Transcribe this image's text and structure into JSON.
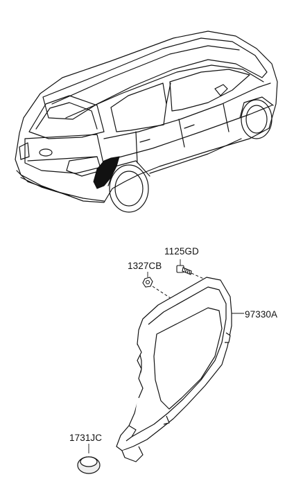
{
  "parts": [
    {
      "id": "1125GD",
      "label": "1125GD",
      "icon": "bolt-icon"
    },
    {
      "id": "1327CB",
      "label": "1327CB",
      "icon": "nut-icon"
    },
    {
      "id": "97330A",
      "label": "97330A",
      "icon": "duct-cover-icon"
    },
    {
      "id": "1731JC",
      "label": "1731JC",
      "icon": "grommet-plug-icon"
    }
  ],
  "vehicle": {
    "icon": "suv-rear-quarter-icon",
    "highlight_color": "#111111"
  },
  "colors": {
    "line": "#111111",
    "background": "#ffffff",
    "part_fill": "#ffffff",
    "grommet_fill": "#eeeeee"
  }
}
